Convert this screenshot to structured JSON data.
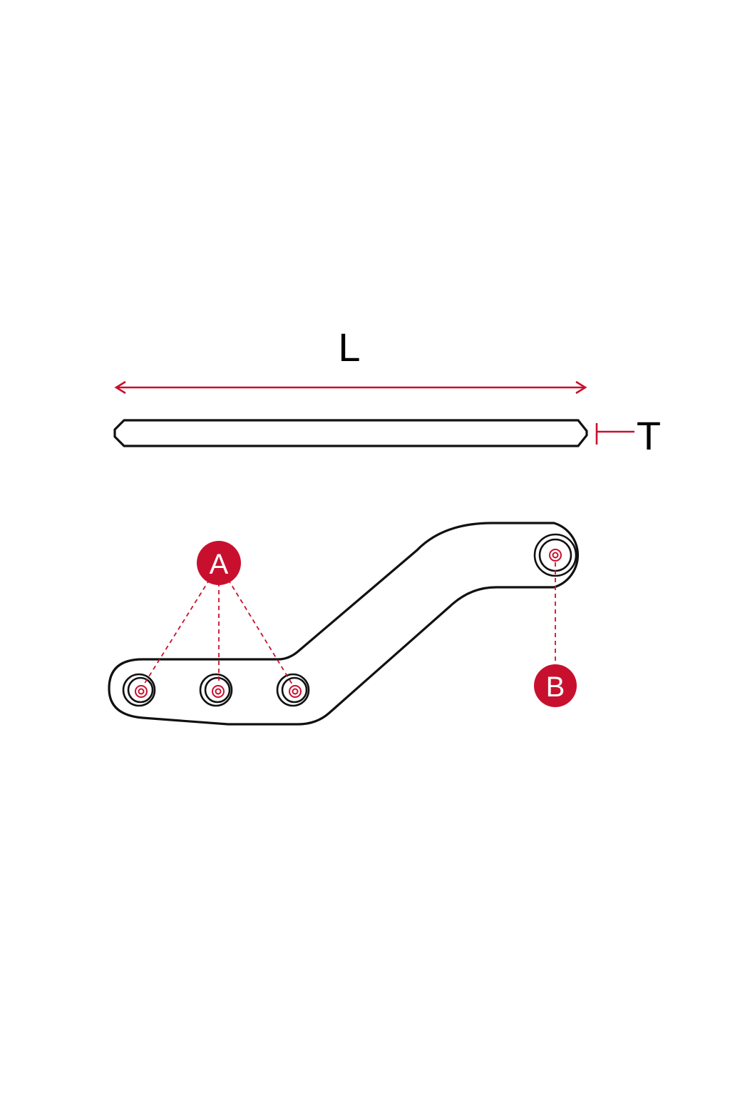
{
  "dimensions": {
    "length_label": "L",
    "thickness_label": "T"
  },
  "callouts": {
    "a_label": "A",
    "b_label": "B"
  },
  "colors": {
    "accent": "#c8102e",
    "outline": "#111111",
    "background": "#ffffff"
  }
}
